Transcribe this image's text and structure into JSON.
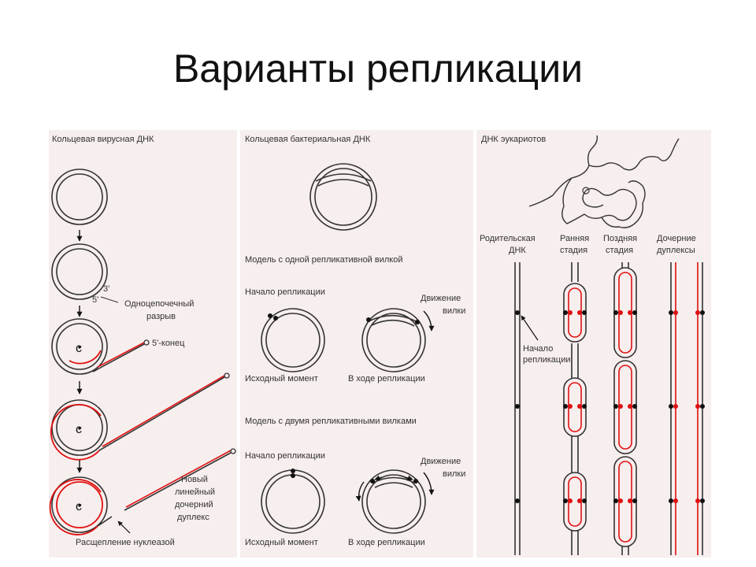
{
  "slide": {
    "title": "Варианты репликации"
  },
  "panels": {
    "viral": {
      "header": "Кольцевая вирусная ДНК",
      "label_3prime": "3'",
      "label_5prime": "5'",
      "nick_label_1": "Одноцепочечный",
      "nick_label_2": "разрыв",
      "end_label": "5'-конец",
      "new_duplex_1": "Новый",
      "new_duplex_2": "линейный",
      "new_duplex_3": "дочерний",
      "new_duplex_4": "дуплекс",
      "nuclease_label": "Расщепление нуклеазой"
    },
    "bacterial": {
      "header": "Кольцевая бактериальная ДНК",
      "model_one_fork": "Модель с одной репликативной вилкой",
      "start_1": "Начало репликации",
      "fork_move_1a": "Движение",
      "fork_move_1b": "вилки",
      "initial_1": "Исходный момент",
      "during_1": "В ходе репликации",
      "model_two_forks": "Модель с двумя репликативными вилками",
      "start_2": "Начало репликации",
      "fork_move_2a": "Движение",
      "fork_move_2b": "вилки",
      "initial_2": "Исходный момент",
      "during_2": "В ходе репликации"
    },
    "eukaryotic": {
      "header": "ДНК эукариотов",
      "col_parent_1": "Родительская",
      "col_parent_2": "ДНК",
      "col_early_1": "Ранняя",
      "col_early_2": "стадия",
      "col_late_1": "Поздняя",
      "col_late_2": "стадия",
      "col_daughter_1": "Дочерние",
      "col_daughter_2": "дуплексы",
      "origin_1": "Начало",
      "origin_2": "репликации"
    }
  },
  "colors": {
    "panel_background": "#f7eeee",
    "new_strand": "#e01010",
    "parent_strand": "#333333",
    "arrow": "#111111"
  }
}
